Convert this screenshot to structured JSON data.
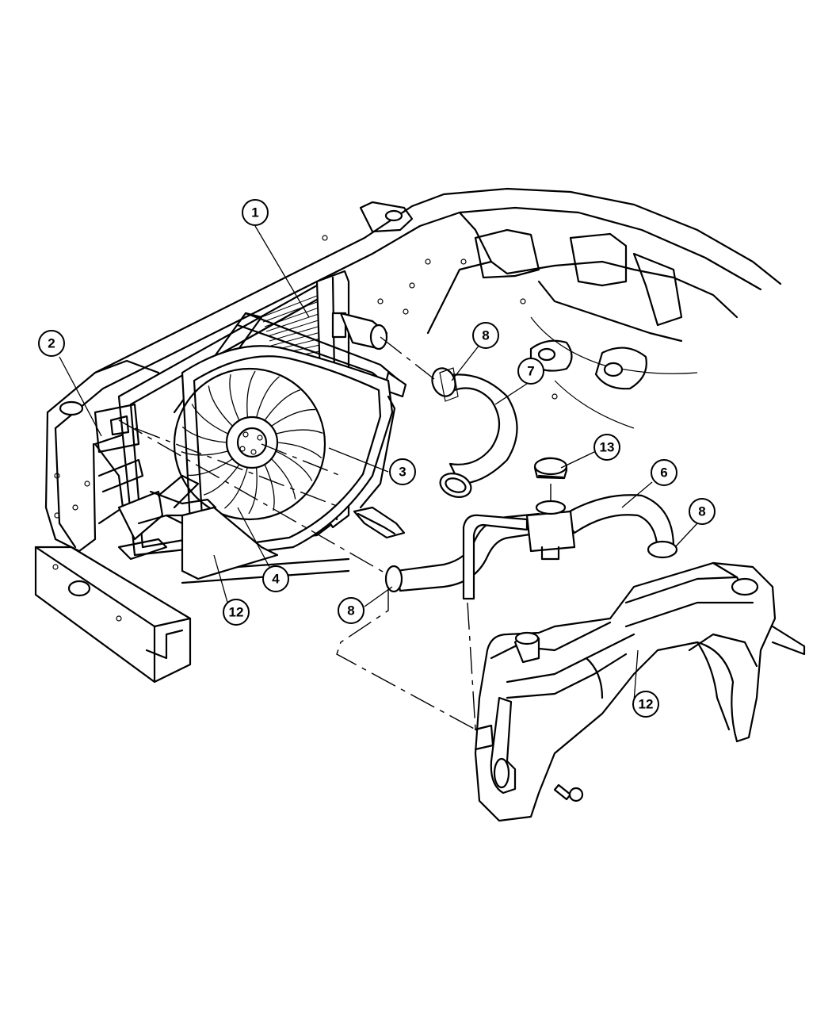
{
  "callouts": [
    {
      "id": "1",
      "label": "1"
    },
    {
      "id": "2",
      "label": "2"
    },
    {
      "id": "3",
      "label": "3"
    },
    {
      "id": "4",
      "label": "4"
    },
    {
      "id": "6",
      "label": "6"
    },
    {
      "id": "7",
      "label": "7"
    },
    {
      "id": "8a",
      "label": "8"
    },
    {
      "id": "8b",
      "label": "8"
    },
    {
      "id": "8c",
      "label": "8"
    },
    {
      "id": "12a",
      "label": "12"
    },
    {
      "id": "12b",
      "label": "12"
    },
    {
      "id": "13",
      "label": "13"
    }
  ]
}
